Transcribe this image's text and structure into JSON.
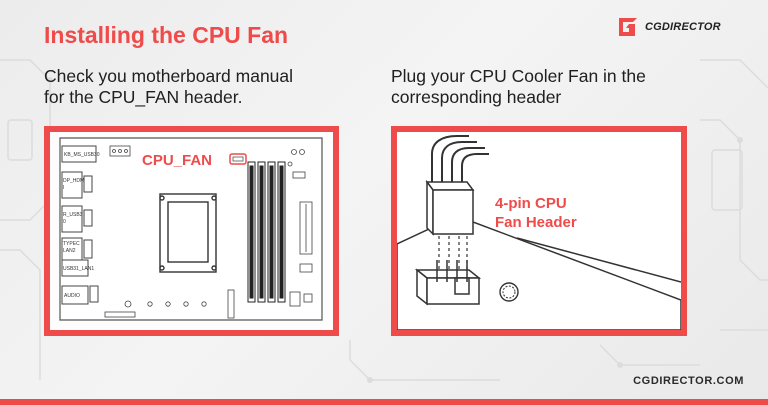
{
  "title": "Installing the CPU Fan",
  "brand": {
    "logo_text": "CGDIRECTOR",
    "url": "CGDIRECTOR.COM",
    "accent": "#ee4b4b"
  },
  "left": {
    "caption_line1": "Check you motherboard manual",
    "caption_line2": "for the CPU_FAN header.",
    "header_callout": "CPU_FAN",
    "labels": {
      "kb_ms": "KB_MS_USB30",
      "dp_hdmi_1": "DP_HDM",
      "dp_hdmi_2": "I",
      "usb_1": "R_USB3",
      "usb_2": "0",
      "typec_1": "TYPEC",
      "typec_2": "LAN2",
      "usb31": "USB31_LAN1",
      "audio": "AUDIO"
    }
  },
  "right": {
    "caption_line1": "Plug your CPU Cooler Fan in the",
    "caption_line2": "corresponding header",
    "callout_line1": "4-pin CPU",
    "callout_line2": "Fan Header"
  }
}
